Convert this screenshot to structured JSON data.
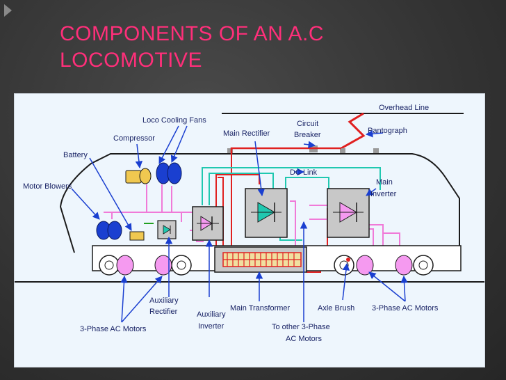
{
  "slide": {
    "title_line1": "COMPONENTS OF AN A.C",
    "title_line2": "LOCOMOTIVE"
  },
  "diagram": {
    "labels": {
      "overhead_line": "Overhead Line",
      "pantograph": "Pantograph",
      "circuit_breaker_1": "Circuit",
      "circuit_breaker_2": "Breaker",
      "main_rectifier": "Main Rectifier",
      "loco_cooling_fans": "Loco Cooling Fans",
      "compressor": "Compressor",
      "battery": "Battery",
      "motor_blowers": "Motor Blowers",
      "dc_link": "DC Link",
      "main_inverter_1": "Main",
      "main_inverter_2": "Inverter",
      "auxiliary_rectifier_1": "Auxiliary",
      "auxiliary_rectifier_2": "Rectifier",
      "auxiliary_inverter_1": "Auxiliary",
      "auxiliary_inverter_2": "Inverter",
      "main_transformer": "Main Transformer",
      "to_other_1": "To other 3-Phase",
      "to_other_2": "AC Motors",
      "axle_brush": "Axle Brush",
      "motors_right": "3-Phase AC Motors",
      "motors_left": "3-Phase AC Motors"
    },
    "colors": {
      "title": "#ff2f7a",
      "power_line": "#e02020",
      "dc_link": "#20c8b0",
      "aux_wiring": "#f07ad8",
      "motor": "#f59af0",
      "fan": "#1a3fd0",
      "compressor": "#f0c850",
      "diode": "#20c8b0"
    }
  }
}
